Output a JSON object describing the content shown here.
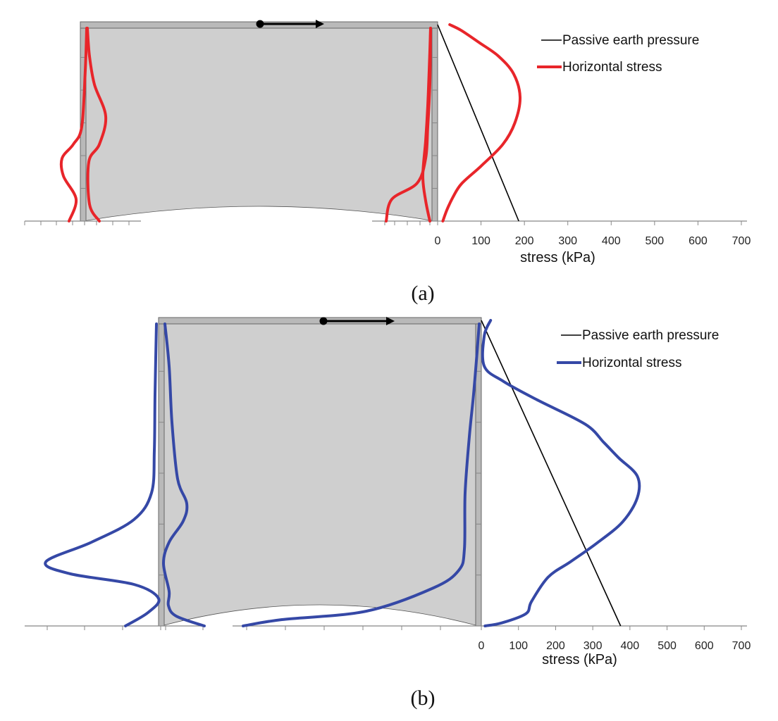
{
  "chart_data": [
    {
      "type": "line",
      "panel_label": "(a)",
      "xlabel": "stress (kPa)",
      "ylabel": "",
      "xlim": [
        0,
        700
      ],
      "tick_labels": [
        "0",
        "100",
        "200",
        "300",
        "400",
        "500",
        "600",
        "700"
      ],
      "grid": false,
      "legend_position": "top-right",
      "colors": {
        "horizontal_stress": "#e8252a",
        "passive": "#000000",
        "soil": "#cfcfcf",
        "wall": "#b9b9b9"
      },
      "legend": [
        "Passive earth pressure",
        "Horizontal stress"
      ],
      "series": [
        {
          "name": "Passive earth pressure",
          "x": [
            0,
            187
          ],
          "y": [
            0,
            1
          ]
        },
        {
          "name": "Horizontal stress",
          "x": [
            28,
            55,
            95,
            140,
            175,
            190,
            178,
            150,
            100,
            55,
            35,
            22,
            12
          ],
          "y": [
            0.0,
            0.03,
            0.09,
            0.16,
            0.25,
            0.37,
            0.5,
            0.61,
            0.72,
            0.81,
            0.88,
            0.94,
            1.0
          ]
        }
      ]
    },
    {
      "type": "line",
      "panel_label": "(b)",
      "xlabel": "stress (kPa)",
      "ylabel": "",
      "xlim": [
        0,
        700
      ],
      "tick_labels": [
        "0",
        "100",
        "200",
        "300",
        "400",
        "500",
        "600",
        "700"
      ],
      "grid": false,
      "legend_position": "top-right",
      "colors": {
        "horizontal_stress": "#3548a6",
        "passive": "#000000",
        "soil": "#cfcfcf",
        "wall": "#b9b9b9"
      },
      "legend": [
        "Passive earth pressure",
        "Horizontal stress"
      ],
      "series": [
        {
          "name": "Passive earth pressure",
          "x": [
            0,
            375
          ],
          "y": [
            0,
            1
          ]
        },
        {
          "name": "Horizontal stress",
          "x": [
            25,
            8,
            8,
            60,
            150,
            280,
            330,
            370,
            420,
            420,
            380,
            310,
            240,
            180,
            135,
            120,
            55,
            10
          ],
          "y": [
            0.0,
            0.05,
            0.15,
            0.2,
            0.26,
            0.34,
            0.4,
            0.45,
            0.51,
            0.58,
            0.66,
            0.73,
            0.79,
            0.84,
            0.92,
            0.96,
            0.99,
            1.0
          ]
        }
      ]
    }
  ]
}
